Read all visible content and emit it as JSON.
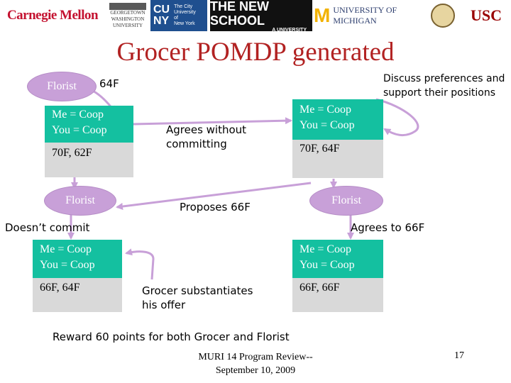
{
  "logos": {
    "cmu": "Carnegie Mellon",
    "georgetown": [
      "GEORGETOWN",
      "WASHINGTON",
      "UNIVERSITY"
    ],
    "cuny_big": [
      "CU",
      "NY"
    ],
    "cuny_small": [
      "The City",
      "University",
      "of",
      "New York"
    ],
    "newschool": [
      "THE NEW SCHOOL",
      "A UNIVERSITY"
    ],
    "umich": "UNIVERSITY OF MICHIGAN",
    "umich_mark": "M",
    "usc": "USC"
  },
  "title": "Grocer POMDP generated",
  "nodes": {
    "florist_top": "Florist",
    "florist_mid_left": "Florist",
    "florist_mid_right": "Florist"
  },
  "states": {
    "top_left": {
      "line1": "Me = Coop",
      "line2": "You = Coop",
      "offer": "70F, 62F"
    },
    "top_right": {
      "line1": "Me = Coop",
      "line2": "You = Coop",
      "offer": "70F, 64F"
    },
    "bottom_left": {
      "line1": "Me = Coop",
      "line2": "You = Coop",
      "offer": "66F, 64F"
    },
    "bottom_right": {
      "line1": "Me = Coop",
      "line2": "You = Coop",
      "offer": "66F, 66F"
    }
  },
  "labels": {
    "offer_64f": "64F",
    "discuss_1": "Discuss preferences and",
    "discuss_2": "support their positions",
    "agrees_without_1": "Agrees without",
    "agrees_without_2": "committing",
    "proposes": "Proposes 66F",
    "doesnt_commit": "Doesn’t commit",
    "agrees_to": "Agrees to 66F",
    "substantiates_1": "Grocer substantiates",
    "substantiates_2": "his offer",
    "reward": "Reward 60 points for both Grocer and Florist"
  },
  "footer": {
    "line1": "MURI 14 Program Review--",
    "line2": "September 10, 2009",
    "page": "17"
  },
  "colors": {
    "title": "#b22222",
    "oval": "#c8a0d8",
    "state_top": "#14c0a0",
    "state_bottom": "#d9d9d9",
    "arrow": "#c8a0d8",
    "cmu_red": "#c41230",
    "umich_maize": "#f2b200",
    "usc_red": "#990000"
  }
}
